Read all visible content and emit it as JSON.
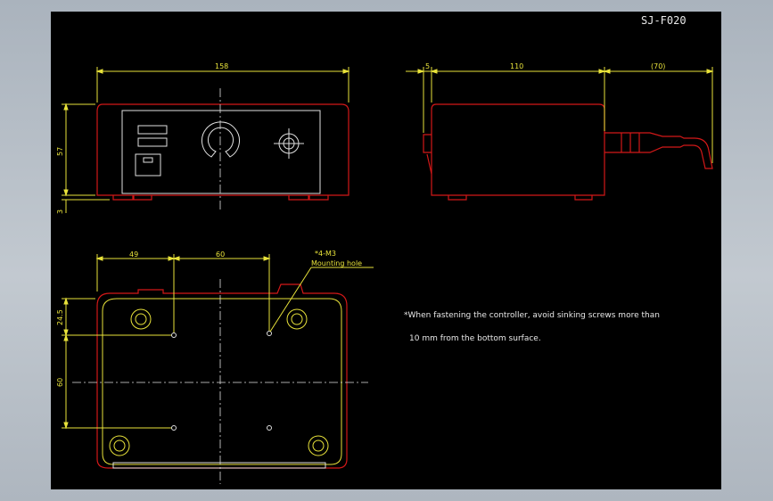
{
  "drawing": {
    "title": "SJ-F020",
    "front_view": {
      "width_label": "158",
      "height_label": "57",
      "foot_label": "3"
    },
    "side_view": {
      "label_left": "5",
      "label_body": "110",
      "label_cable": "(70)"
    },
    "bottom_view": {
      "label_offset_x": "49",
      "label_hole_x": "60",
      "label_hole_y": "60",
      "label_offset_y": "24.5",
      "leader_spec": "*4-M3",
      "leader_desc": "Mounting hole"
    },
    "note": {
      "line1": "*When fastening the controller, avoid sinking screws more than",
      "line2": "10 mm from the bottom surface."
    }
  }
}
